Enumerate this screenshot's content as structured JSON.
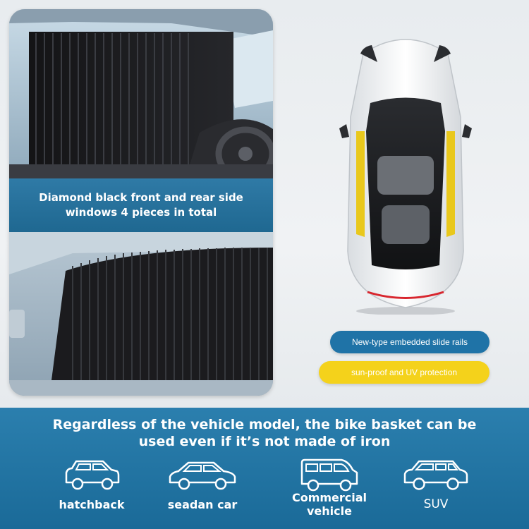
{
  "caption": {
    "line1": "Diamond black front and rear side",
    "line2": "windows 4 pieces in total"
  },
  "features": {
    "rails": "New-type embedded slide rails",
    "uv": "sun-proof and UV protection"
  },
  "headline": {
    "line1": "Regardless of the vehicle model, the bike basket can be",
    "line2": "used even if it’s not made of iron"
  },
  "vehicles": [
    {
      "icon": "hatchback-icon",
      "label": "hatchback"
    },
    {
      "icon": "sedan-car-icon",
      "label": "seadan car"
    },
    {
      "icon": "commercial-vehicle-icon",
      "label_line1": "Commercial",
      "label_line2": "vehicle"
    },
    {
      "icon": "suv-icon",
      "label": "SUV"
    }
  ],
  "colors": {
    "accent_blue": "#1f73a7",
    "accent_yellow": "#f4d21b",
    "curtain_black": "#1c1c1e",
    "car_white": "#f7f7f7"
  }
}
